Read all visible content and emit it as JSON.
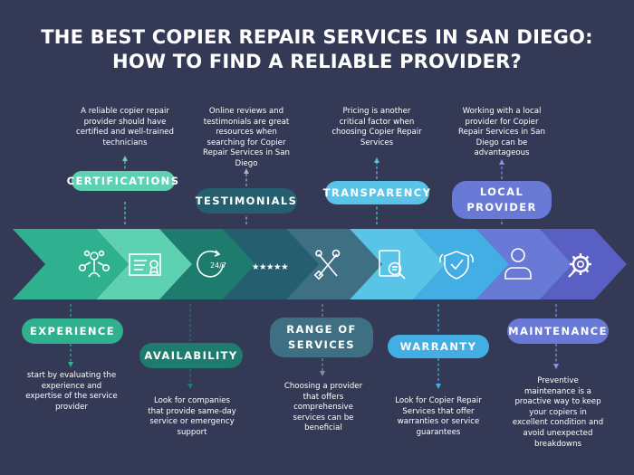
{
  "title": "THE BEST COPIER REPAIR SERVICES IN SAN DIEGO: HOW TO FIND A RELIABLE PROVIDER?",
  "steps": [
    {
      "label": "EXPERIENCE",
      "description": "start by evaluating the experience and expertise of the service provider",
      "icon": "people-network-icon",
      "color": "#2fb08f"
    },
    {
      "label": "CERTIFICATIONS",
      "description": "A reliable copier repair provider should have certified and well-trained technicians",
      "icon": "certificate-icon",
      "color": "#5fd1b3"
    },
    {
      "label": "AVAILABILITY",
      "description": "Look for companies that provide same-day service or emergency support",
      "icon": "clock-24-7-icon",
      "color": "#1d7c6e"
    },
    {
      "label": "TESTIMONIALS",
      "description": "Online reviews and testimonials are great resources when searching for Copier Repair Services in San Diego",
      "icon": "five-stars-icon",
      "color": "#255f6f"
    },
    {
      "label": "RANGE OF SERVICES",
      "description": "Choosing a provider that offers comprehensive services can be beneficial",
      "icon": "tools-icon",
      "color": "#3f6f83"
    },
    {
      "label": "TRANSPARENCY",
      "description": "Pricing is another critical factor when choosing Copier Repair Services",
      "icon": "document-search-icon",
      "color": "#59c4e8"
    },
    {
      "label": "WARRANTY",
      "description": "Look for Copier Repair Services that offer warranties or service guarantees",
      "icon": "shield-check-icon",
      "color": "#42aee4"
    },
    {
      "label": "LOCAL PROVIDER",
      "description": "Working with a local provider for Copier Repair Services in San Diego can be advantageous",
      "icon": "person-icon",
      "color": "#6879d6"
    },
    {
      "label": "MAINTENANCE",
      "description": "Preventive maintenance is a proactive way to keep your copiers in excellent condition and avoid unexpected breakdowns",
      "icon": "gear-wrench-icon",
      "color": "#5a5fc3"
    }
  ]
}
